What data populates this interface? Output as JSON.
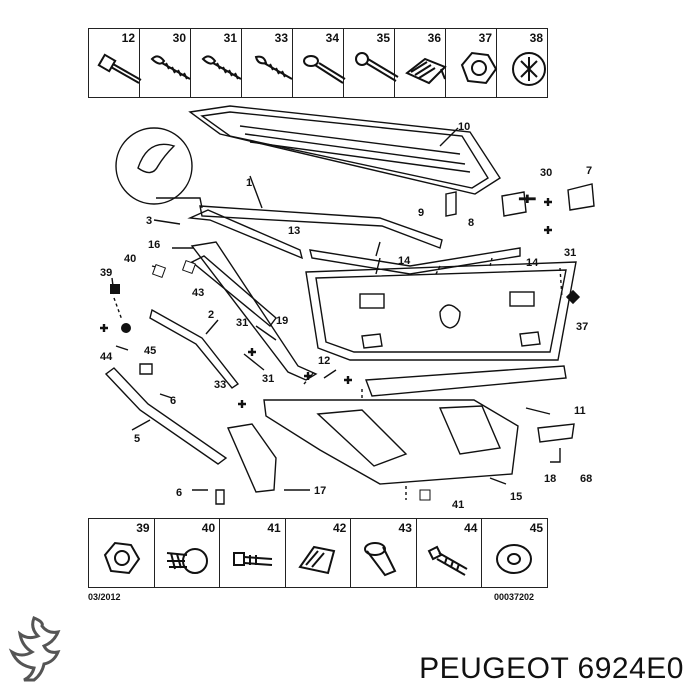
{
  "top_parts": [
    "12",
    "30",
    "31",
    "33",
    "34",
    "35",
    "36",
    "37",
    "38"
  ],
  "bottom_parts": [
    "39",
    "40",
    "41",
    "42",
    "43",
    "44",
    "45"
  ],
  "diagram_labels": {
    "l1": "1",
    "l2": "2",
    "l3": "3",
    "l5": "5",
    "l6a": "6",
    "l6b": "6",
    "l7": "7",
    "l8": "8",
    "l9": "9",
    "l10": "10",
    "l11": "11",
    "l12": "12",
    "l13": "13",
    "l14a": "14",
    "l14b": "14",
    "l15": "15",
    "l16": "16",
    "l17": "17",
    "l18": "18",
    "l19": "19",
    "l30": "30",
    "l31a": "31",
    "l31b": "31",
    "l31c": "31",
    "l33": "33",
    "l37": "37",
    "l39": "39",
    "l40": "40",
    "l41": "41",
    "l43": "43",
    "l44": "44",
    "l45": "45",
    "l68": "68"
  },
  "footer": {
    "date": "03/2012",
    "ref": "00037202"
  },
  "brand": "PEUGEOT 6924E0"
}
